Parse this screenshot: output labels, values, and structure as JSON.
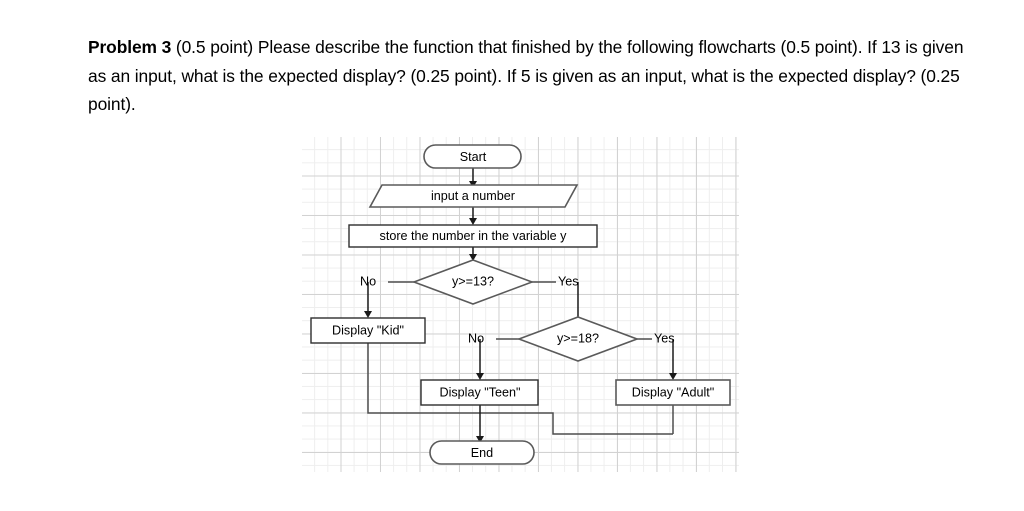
{
  "question": {
    "label": "Problem 3",
    "body": " (0.5 point) Please describe the function that finished by the following flowcharts (0.5 point). If 13 is given as an input, what is the expected display? (0.25 point). If 5 is given as an input, what is the expected display? (0.25 point)."
  },
  "flowchart": {
    "nodes": {
      "start": "Start",
      "input": "input a number",
      "store": "store the number in the variable y",
      "decision1": "y>=13?",
      "kid": "Display \"Kid\"",
      "decision2": "y>=18?",
      "teen": "Display \"Teen\"",
      "adult": "Display \"Adult\"",
      "end": "End"
    },
    "branch_labels": {
      "d1_no": "No",
      "d1_yes": "Yes",
      "d2_no": "No",
      "d2_yes": "Yes"
    },
    "colors": {
      "shape_stroke": "#5a5a5a",
      "connector": "#4d4d4d",
      "grid_minor": "#eeeeee",
      "grid_major": "#d2d2d2",
      "canvas_background": "#ffffff",
      "text": "#000000"
    }
  }
}
